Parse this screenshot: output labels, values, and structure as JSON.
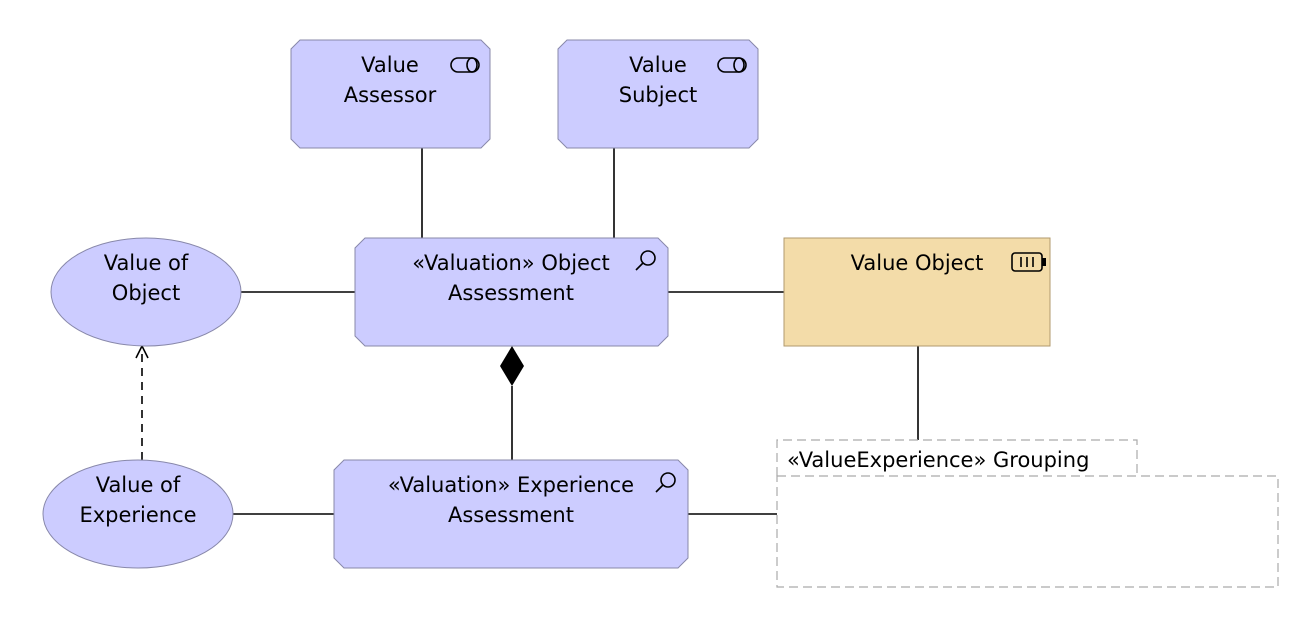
{
  "colors": {
    "assessment_fill": "#ccccff",
    "assessment_stroke": "#8888aa",
    "business_object_fill": "#f3dca9",
    "business_object_stroke": "#b09a6e",
    "grouping_stroke": "#aaaaaa",
    "line": "#000000"
  },
  "nodes": {
    "value_assessor": {
      "line1": "Value",
      "line2": "Assessor",
      "icon": "role-icon"
    },
    "value_subject": {
      "line1": "Value",
      "line2": "Subject",
      "icon": "role-icon"
    },
    "object_assessment": {
      "line1": "«Valuation» Object",
      "line2": "Assessment",
      "icon": "assessment-icon"
    },
    "experience_assessment": {
      "line1": "«Valuation» Experience",
      "line2": "Assessment",
      "icon": "assessment-icon"
    },
    "value_of_object": {
      "line1": "Value of",
      "line2": "Object"
    },
    "value_of_experience": {
      "line1": "Value of",
      "line2": "Experience"
    },
    "value_object": {
      "line1": "Value Object",
      "icon": "business-object-icon"
    },
    "grouping": {
      "label": "«ValueExperience» Grouping"
    }
  },
  "relationships": [
    {
      "from": "value_assessor",
      "to": "object_assessment",
      "type": "association"
    },
    {
      "from": "value_subject",
      "to": "object_assessment",
      "type": "association"
    },
    {
      "from": "value_of_object",
      "to": "object_assessment",
      "type": "association"
    },
    {
      "from": "object_assessment",
      "to": "value_object",
      "type": "association"
    },
    {
      "from": "experience_assessment",
      "to": "object_assessment",
      "type": "composition"
    },
    {
      "from": "value_of_experience",
      "to": "value_of_object",
      "type": "influence"
    },
    {
      "from": "value_of_experience",
      "to": "experience_assessment",
      "type": "association"
    },
    {
      "from": "experience_assessment",
      "to": "grouping",
      "type": "association"
    },
    {
      "from": "value_object",
      "to": "grouping",
      "type": "association"
    }
  ]
}
